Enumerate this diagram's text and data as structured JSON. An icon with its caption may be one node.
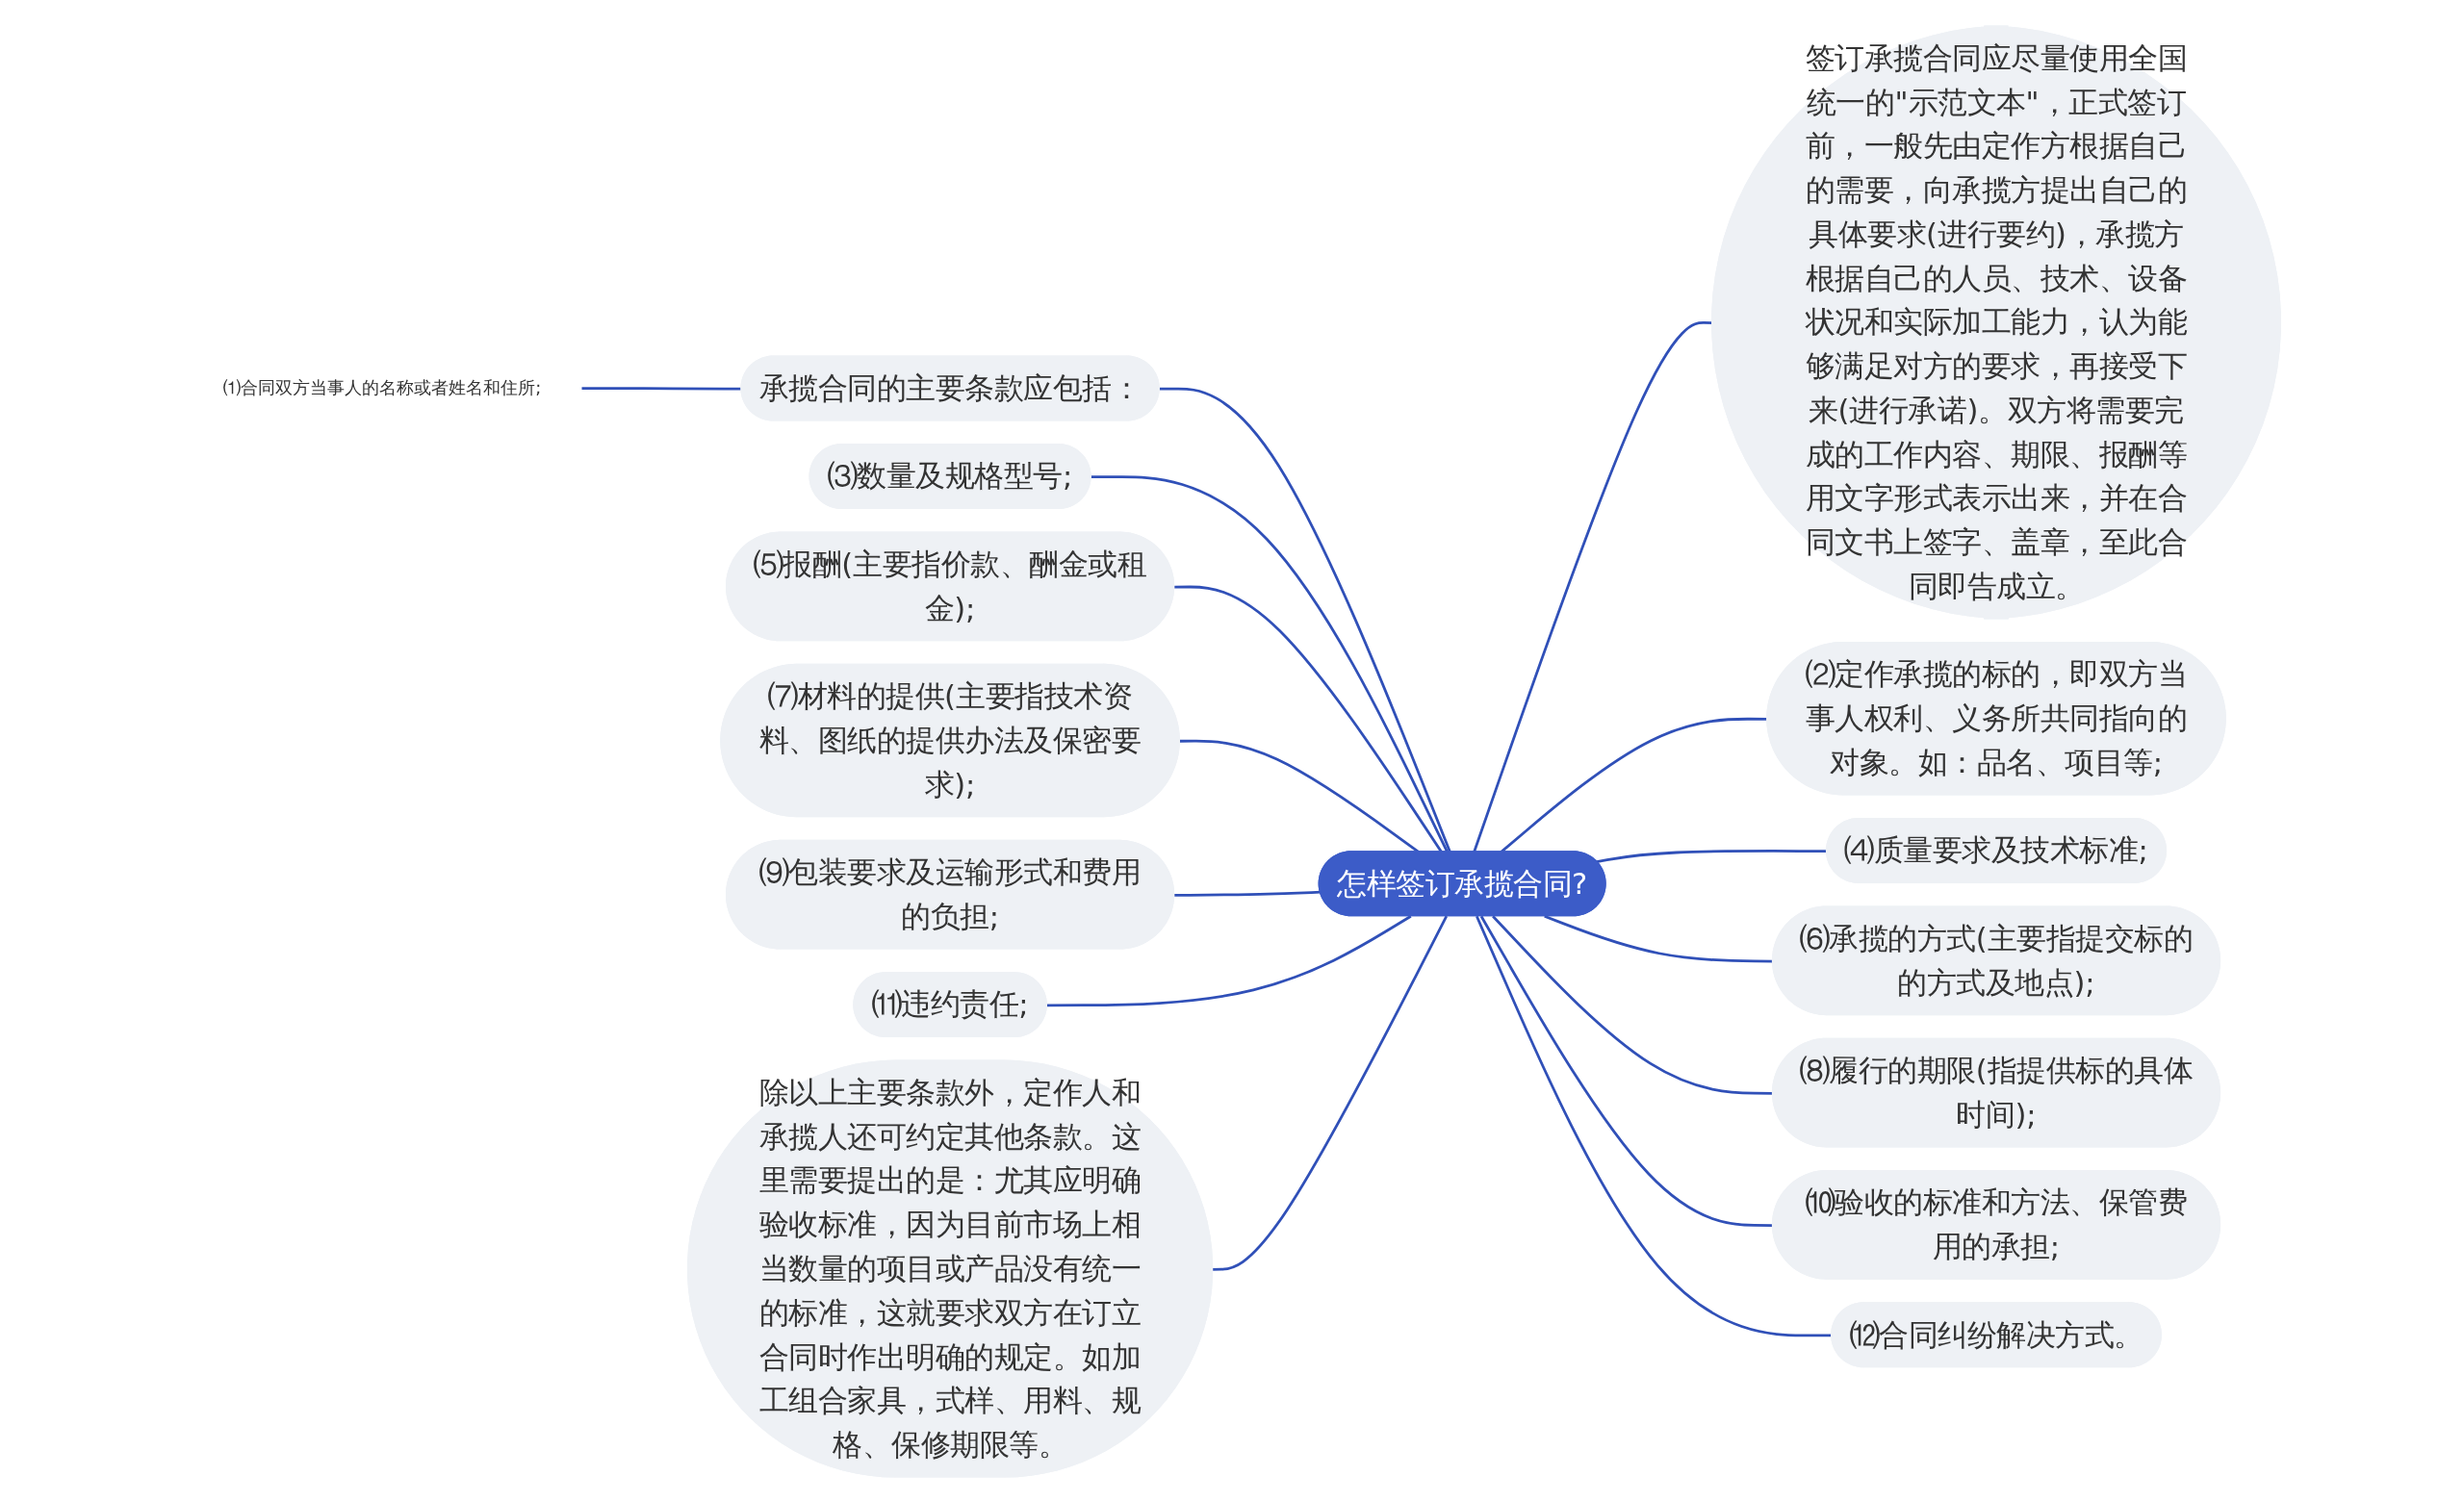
{
  "diagram": {
    "nodes": [
      {
        "text": [
          "怎样签订承揽合同?"
        ]
      },
      {
        "text": [
          "承揽合同的主要条款应包括："
        ]
      },
      {
        "text": [
          "⑴合同双方当事人的名称或者姓名和住所;"
        ]
      },
      {
        "text": [
          "⑶数量及规格型号;"
        ]
      },
      {
        "text": [
          "⑸报酬(主要指价款、酬金或租金);"
        ]
      },
      {
        "text": [
          "⑺材料的提供(主要指技术资料、图纸的提供办法及保密要求);"
        ]
      },
      {
        "text": [
          "⑼包装要求及运输形式和费用的负担;"
        ]
      },
      {
        "text": [
          "⑾违约责任;"
        ]
      },
      {
        "text": [
          "除以上主要条款外，定作人和承揽人还可约定其他条款。这里需要提出的是：尤其应明确验收标准，因为目前市场上相当数量的项目或产品没有统一的标准，这就要求双方在订立合同时作出明确的规定。如加工组合家具，式样、用料、规格、保修期限等。"
        ]
      },
      {
        "text": [
          "签订承揽合同应尽量使用全国统一的\"示范文本\"，正式签订前，一般先由定作方根据自己的需要，向承揽方提出自己的具体要求(进行要约)，承揽方根据自己的人员、技术、设备状况和实际加工能力，认为能够满足对方的要求，再接受下来(进行承诺)。双方将需要完成的工作内容、期限、报酬等用文字形式表示出来，并在合同文书上签字、盖章，至此合同即告成立。"
        ]
      },
      {
        "text": [
          "⑵定作承揽的标的，即双方当事人权利、义务所共同指向的对象。如：品名、项目等;"
        ]
      },
      {
        "text": [
          "⑷质量要求及技术标准;"
        ]
      },
      {
        "text": [
          "⑹承揽的方式(主要指提交标的的方式及地点);"
        ]
      },
      {
        "text": [
          "⑻履行的期限(指提供标的具体时间);"
        ]
      },
      {
        "text": [
          "⑽验收的标准和方法、保管费用的承担;"
        ]
      },
      {
        "text": [
          "⑿合同纠纷解决方式。"
        ]
      }
    ],
    "edges": [
      {
        "from": 0,
        "to": 1,
        "arrow": "none"
      },
      {
        "from": 1,
        "to": 2,
        "arrow": "none"
      },
      {
        "from": 0,
        "to": 3,
        "arrow": "none"
      },
      {
        "from": 0,
        "to": 4,
        "arrow": "none"
      },
      {
        "from": 0,
        "to": 5,
        "arrow": "none"
      },
      {
        "from": 0,
        "to": 6,
        "arrow": "none"
      },
      {
        "from": 0,
        "to": 7,
        "arrow": "none"
      },
      {
        "from": 0,
        "to": 8,
        "arrow": "none"
      },
      {
        "from": 0,
        "to": 9,
        "arrow": "none"
      },
      {
        "from": 0,
        "to": 10,
        "arrow": "none"
      },
      {
        "from": 0,
        "to": 11,
        "arrow": "none"
      },
      {
        "from": 0,
        "to": 12,
        "arrow": "none"
      },
      {
        "from": 0,
        "to": 13,
        "arrow": "none"
      },
      {
        "from": 0,
        "to": 14,
        "arrow": "none"
      },
      {
        "from": 0,
        "to": 15,
        "arrow": "none"
      }
    ]
  }
}
